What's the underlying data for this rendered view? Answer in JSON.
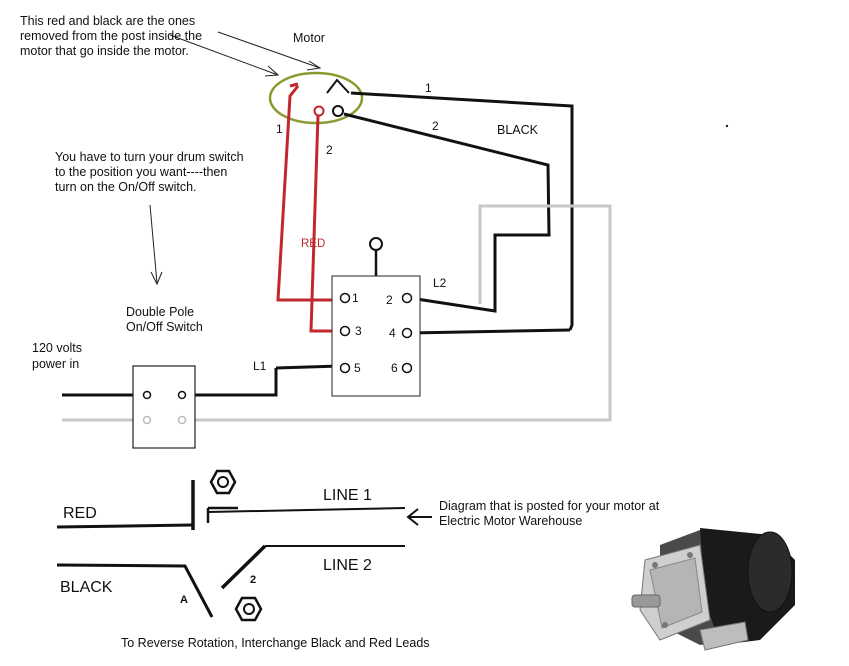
{
  "notes": {
    "removed_leads": "This red and black are the ones removed from the post inside the motor that go inside the motor.",
    "drum_switch": "You have to turn your drum switch to the position you want----then turn on the On/Off switch.",
    "motor_warehouse": "Diagram that is posted for your motor at Electric Motor Warehouse",
    "reverse": "To Reverse Rotation, Interchange Black and Red Leads"
  },
  "labels": {
    "motor": "Motor",
    "lead_1": "1",
    "lead_2_red": "2",
    "lead_1_black": "1",
    "lead_2_black": "2",
    "black": "BLACK",
    "red": "RED",
    "l2": "L2",
    "l1": "L1",
    "power_in_1": "120 volts",
    "power_in_2": "power in",
    "switch_1": "Double Pole",
    "switch_2": "On/Off Switch"
  },
  "terminals": {
    "t1": "1",
    "t2": "2",
    "t3": "3",
    "t4": "4",
    "t5": "5",
    "t6": "6"
  },
  "bottom_diagram": {
    "red": "RED",
    "black": "BLACK",
    "line1": "LINE 1",
    "line2": "LINE 2",
    "marker_a": "A",
    "marker_2": "2"
  },
  "colors": {
    "red_wire": "#c0282d",
    "black_wire": "#111111",
    "gray_wire": "#c8c8c8",
    "motor_circle": "#8a9a2e"
  }
}
